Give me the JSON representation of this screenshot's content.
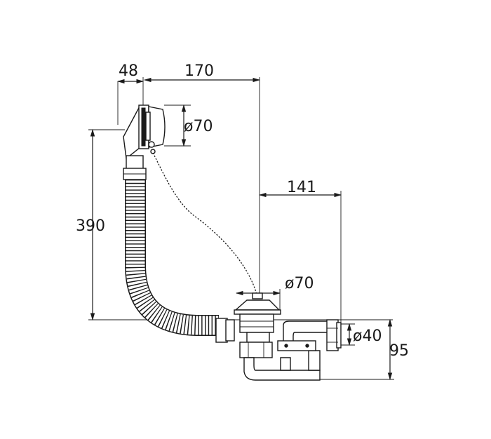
{
  "dimensions": {
    "overflow_depth": "48",
    "overflow_to_drain": "170",
    "overflow_diameter": "ø70",
    "height": "390",
    "drain_to_outlet": "141",
    "drain_diameter": "ø70",
    "outlet_diameter": "ø40",
    "trap_depth": "95"
  }
}
